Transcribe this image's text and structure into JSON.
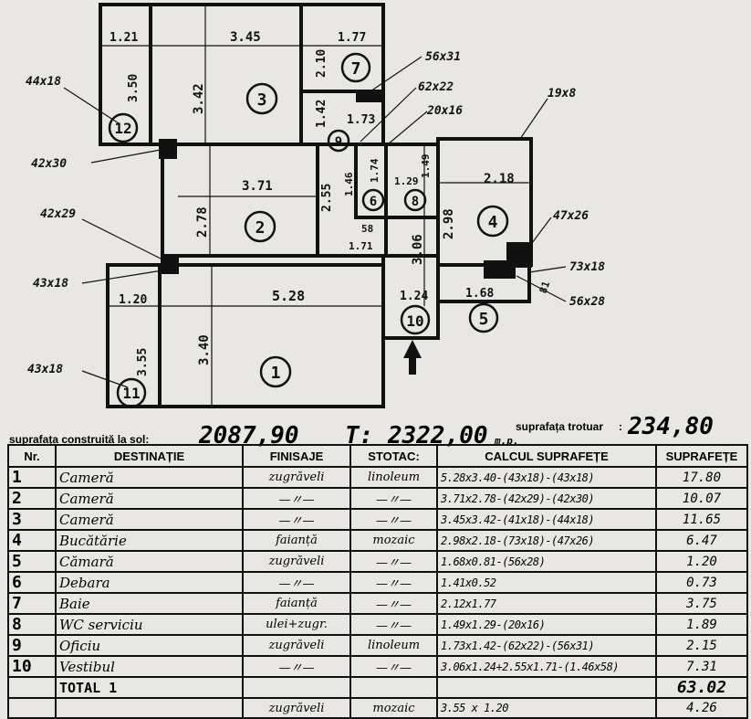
{
  "plan": {
    "room_numbers": [
      "1",
      "2",
      "3",
      "4",
      "5",
      "6",
      "7",
      "8",
      "9",
      "10",
      "11",
      "12"
    ],
    "dimensions": {
      "d_121": "1.21",
      "d_345": "3.45",
      "d_177": "1.77",
      "d_350": "3.50",
      "d_342": "3.42",
      "d_210": "2.10",
      "d_142": "1.42",
      "d_173": "1.73",
      "d_371": "3.71",
      "d_255": "2.55",
      "d_146": "1.46",
      "d_174": "1.74",
      "d_129": "1.29",
      "d_149": "1.49",
      "d_218": "2.18",
      "d_278": "2.78",
      "d_298": "2.98",
      "d_306": "3.06",
      "d_171": "1.71",
      "d_058": "58",
      "d_120": "1.20",
      "d_528": "5.28",
      "d_124": "1.24",
      "d_168": "1.68",
      "d_081": "81",
      "d_355": "3.55",
      "d_340": "3.40"
    },
    "openings": {
      "o_44x18": "44x18",
      "o_42x30": "42x30",
      "o_42x29": "42x29",
      "o_43x18a": "43x18",
      "o_43x18b": "43x18",
      "o_56x31": "56x31",
      "o_62x22": "62x22",
      "o_20x16": "20x16",
      "o_19x8": "19x8",
      "o_47x26": "47x26",
      "o_73x18": "73x18",
      "o_56x28": "56x28"
    }
  },
  "summary": {
    "built_label": "suprafața construită la sol:",
    "built_value": "2087,90",
    "total_value": "T: 2322,00",
    "total_unit": "m.p.",
    "sidewalk_label": "suprafața trotuar",
    "sidewalk_value": "234,80"
  },
  "table": {
    "headers": [
      "Nr.",
      "DESTINAȚIE",
      "FINISAJE",
      "STOTAC:",
      "CALCUL SUPRAFEȚE",
      "SUPRAFEȚE"
    ],
    "rows": [
      {
        "nr": "1",
        "dest": "Cameră",
        "fin": "zugrăveli",
        "st": "linoleum",
        "calc": "5.28x3.40-(43x18)-(43x18)",
        "sup": "17.80"
      },
      {
        "nr": "2",
        "dest": "Cameră",
        "fin": "—〃—",
        "st": "—〃—",
        "calc": "3.71x2.78-(42x29)-(42x30)",
        "sup": "10.07"
      },
      {
        "nr": "3",
        "dest": "Cameră",
        "fin": "—〃—",
        "st": "—〃—",
        "calc": "3.45x3.42-(41x18)-(44x18)",
        "sup": "11.65"
      },
      {
        "nr": "4",
        "dest": "Bucătărie",
        "fin": "faianță",
        "st": "mozaic",
        "calc": "2.98x2.18-(73x18)-(47x26)",
        "sup": "6.47"
      },
      {
        "nr": "5",
        "dest": "Cămară",
        "fin": "zugrăveli",
        "st": "—〃—",
        "calc": "1.68x0.81-(56x28)",
        "sup": "1.20"
      },
      {
        "nr": "6",
        "dest": "Debara",
        "fin": "—〃—",
        "st": "—〃—",
        "calc": "1.41x0.52",
        "sup": "0.73"
      },
      {
        "nr": "7",
        "dest": "Baie",
        "fin": "faianță",
        "st": "—〃—",
        "calc": "2.12x1.77",
        "sup": "3.75"
      },
      {
        "nr": "8",
        "dest": "WC serviciu",
        "fin": "ulei+zugr.",
        "st": "—〃—",
        "calc": "1.49x1.29-(20x16)",
        "sup": "1.89"
      },
      {
        "nr": "9",
        "dest": "Oficiu",
        "fin": "zugrăveli",
        "st": "linoleum",
        "calc": "1.73x1.42-(62x22)-(56x31)",
        "sup": "2.15"
      },
      {
        "nr": "10",
        "dest": "Vestibul",
        "fin": "—〃—",
        "st": "—〃—",
        "calc": "3.06x1.24+2.55x1.71-(1.46x58)",
        "sup": "7.31"
      },
      {
        "nr": "",
        "dest": "TOTAL 1",
        "fin": "",
        "st": "",
        "calc": "",
        "sup": "63.02"
      },
      {
        "nr": "",
        "dest": "",
        "fin": "zugrăveli",
        "st": "mozaic",
        "calc": "3.55 x 1.20",
        "sup": "4.26"
      }
    ]
  }
}
